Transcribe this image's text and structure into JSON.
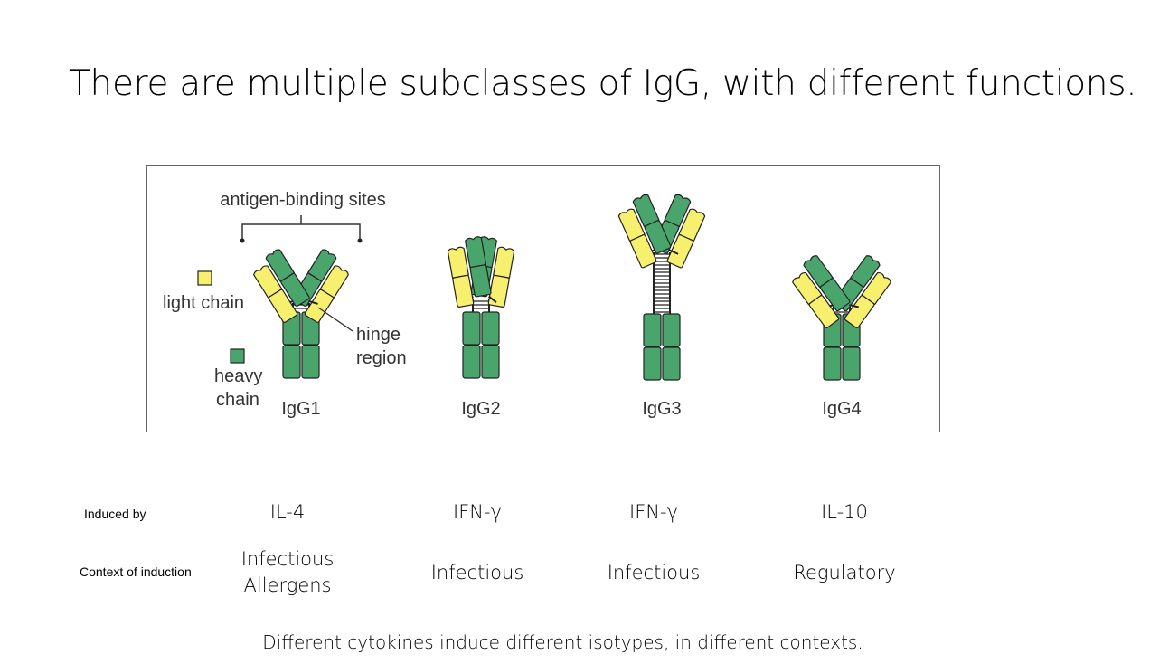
{
  "slide": {
    "title": "There are multiple subclasses of IgG, with different functions.",
    "caption": "Different cytokines induce different isotypes, in different contexts."
  },
  "figure": {
    "antigen_binding_label": "antigen-binding sites",
    "light_chain_label": "light chain",
    "heavy_chain_label_1": "heavy",
    "heavy_chain_label_2": "chain",
    "hinge_label_1": "hinge",
    "hinge_label_2": "region",
    "antibodies": [
      "IgG1",
      "IgG2",
      "IgG3",
      "IgG4"
    ],
    "colors": {
      "light_chain": "#f7ef6e",
      "heavy_chain": "#4aa56c",
      "outline": "#222222"
    }
  },
  "table": {
    "rows": [
      {
        "label": "Induced by",
        "values": [
          [
            "IL-4"
          ],
          [
            "IFN-γ"
          ],
          [
            "IFN-γ"
          ],
          [
            "IL-10"
          ]
        ]
      },
      {
        "label": "Context of induction",
        "values": [
          [
            "Infectious",
            "Allergens"
          ],
          [
            "Infectious"
          ],
          [
            "Infectious"
          ],
          [
            "Regulatory"
          ]
        ]
      }
    ]
  }
}
